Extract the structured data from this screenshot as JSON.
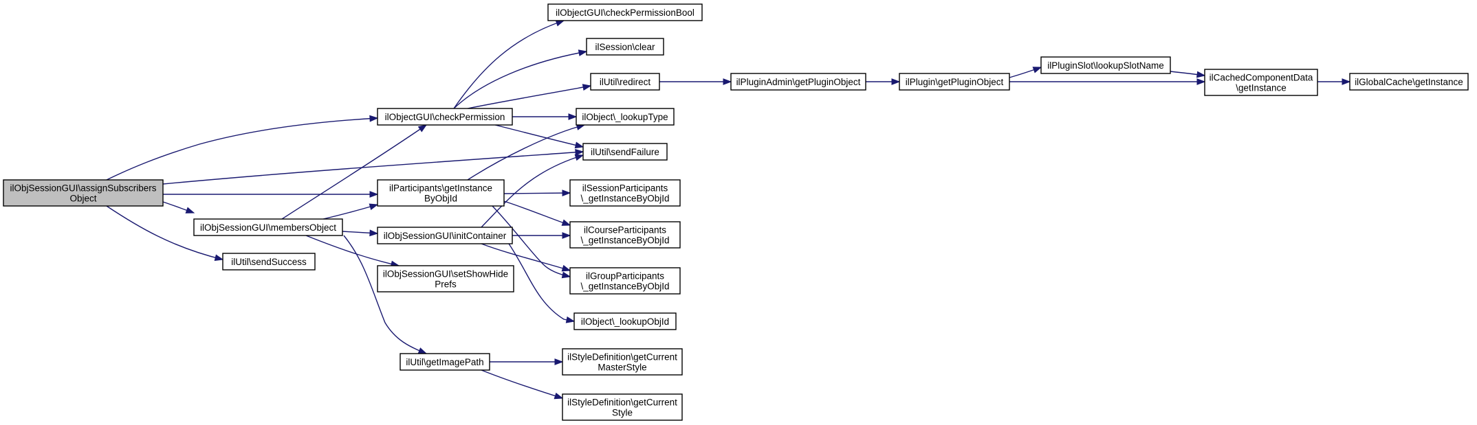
{
  "diagram": {
    "nodes": [
      {
        "id": "n1",
        "lines": [
          "ilObjSessionGUI\\assignSubscribers",
          "Object"
        ],
        "root": true
      },
      {
        "id": "n2",
        "lines": [
          "ilObjectGUI\\checkPermission"
        ]
      },
      {
        "id": "n3",
        "lines": [
          "ilParticipants\\getInstance",
          "ByObjId"
        ]
      },
      {
        "id": "n4",
        "lines": [
          "ilObjSessionGUI\\membersObject"
        ]
      },
      {
        "id": "n5",
        "lines": [
          "ilUtil\\sendSuccess"
        ]
      },
      {
        "id": "n6",
        "lines": [
          "ilObjSessionGUI\\initContainer"
        ]
      },
      {
        "id": "n7",
        "lines": [
          "ilObjSessionGUI\\setShowHide",
          "Prefs"
        ]
      },
      {
        "id": "n8",
        "lines": [
          "ilUtil\\getImagePath"
        ]
      },
      {
        "id": "n9",
        "lines": [
          "ilObjectGUI\\checkPermissionBool"
        ]
      },
      {
        "id": "n10",
        "lines": [
          "ilSession\\clear"
        ]
      },
      {
        "id": "n11",
        "lines": [
          "ilUtil\\redirect"
        ]
      },
      {
        "id": "n12",
        "lines": [
          "ilObject\\_lookupType"
        ]
      },
      {
        "id": "n13",
        "lines": [
          "ilUtil\\sendFailure"
        ]
      },
      {
        "id": "n14",
        "lines": [
          "ilSessionParticipants",
          "\\_getInstanceByObjId"
        ]
      },
      {
        "id": "n15",
        "lines": [
          "ilCourseParticipants",
          "\\_getInstanceByObjId"
        ]
      },
      {
        "id": "n16",
        "lines": [
          "ilGroupParticipants",
          "\\_getInstanceByObjId"
        ]
      },
      {
        "id": "n17",
        "lines": [
          "ilObject\\_lookupObjId"
        ]
      },
      {
        "id": "n18",
        "lines": [
          "ilStyleDefinition\\getCurrent",
          "MasterStyle"
        ]
      },
      {
        "id": "n19",
        "lines": [
          "ilStyleDefinition\\getCurrent",
          "Style"
        ]
      },
      {
        "id": "n20",
        "lines": [
          "ilPluginAdmin\\getPluginObject"
        ]
      },
      {
        "id": "n21",
        "lines": [
          "ilPlugin\\getPluginObject"
        ]
      },
      {
        "id": "n22",
        "lines": [
          "ilPluginSlot\\lookupSlotName"
        ]
      },
      {
        "id": "n23",
        "lines": [
          "ilCachedComponentData",
          "\\getInstance"
        ]
      },
      {
        "id": "n24",
        "lines": [
          "ilGlobalCache\\getInstance"
        ]
      }
    ],
    "edges": [
      {
        "from": "n1",
        "to": "n2"
      },
      {
        "from": "n1",
        "to": "n13"
      },
      {
        "from": "n1",
        "to": "n3"
      },
      {
        "from": "n1",
        "to": "n4"
      },
      {
        "from": "n1",
        "to": "n5"
      },
      {
        "from": "n2",
        "to": "n9"
      },
      {
        "from": "n2",
        "to": "n10"
      },
      {
        "from": "n2",
        "to": "n11"
      },
      {
        "from": "n2",
        "to": "n12"
      },
      {
        "from": "n2",
        "to": "n13"
      },
      {
        "from": "n3",
        "to": "n12"
      },
      {
        "from": "n3",
        "to": "n14"
      },
      {
        "from": "n3",
        "to": "n15"
      },
      {
        "from": "n3",
        "to": "n16"
      },
      {
        "from": "n4",
        "to": "n2"
      },
      {
        "from": "n4",
        "to": "n3"
      },
      {
        "from": "n4",
        "to": "n6"
      },
      {
        "from": "n4",
        "to": "n7"
      },
      {
        "from": "n4",
        "to": "n8"
      },
      {
        "from": "n6",
        "to": "n13"
      },
      {
        "from": "n6",
        "to": "n15"
      },
      {
        "from": "n6",
        "to": "n16"
      },
      {
        "from": "n6",
        "to": "n17"
      },
      {
        "from": "n8",
        "to": "n18"
      },
      {
        "from": "n8",
        "to": "n19"
      },
      {
        "from": "n11",
        "to": "n20"
      },
      {
        "from": "n20",
        "to": "n21"
      },
      {
        "from": "n21",
        "to": "n22"
      },
      {
        "from": "n21",
        "to": "n23"
      },
      {
        "from": "n22",
        "to": "n23"
      },
      {
        "from": "n23",
        "to": "n24"
      }
    ]
  }
}
